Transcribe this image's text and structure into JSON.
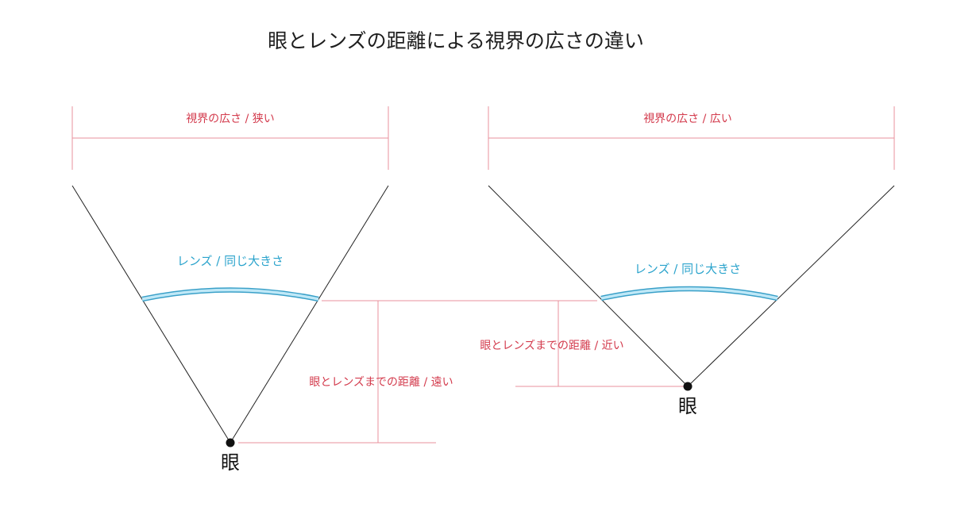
{
  "title": "眼とレンズの距離による視界の広さの違い",
  "left": {
    "field_label": "視界の広さ / 狭い",
    "lens_label": "レンズ / 同じ大きさ",
    "distance_label": "眼とレンズまでの距離 / 遠い",
    "eye_label": "眼"
  },
  "right": {
    "field_label": "視界の広さ / 広い",
    "lens_label": "レンズ / 同じ大きさ",
    "distance_label": "眼とレンズまでの距離 / 近い",
    "eye_label": "眼"
  },
  "colors": {
    "dimension_red": "#d33a4c",
    "lens_blue": "#2aa3cc",
    "ray_black": "#222222"
  }
}
